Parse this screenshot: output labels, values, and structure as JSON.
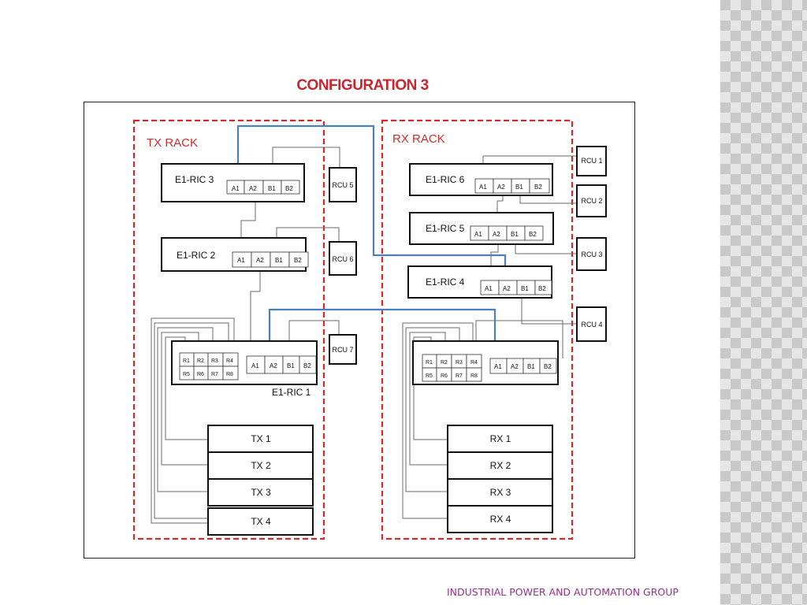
{
  "title": "CONFIGURATION 3",
  "footer": "INDUSTRIAL POWER AND AUTOMATION GROUP",
  "colors": {
    "rack_border": "#d42a2a",
    "link_blue": "#4a7fc1",
    "title": "#c8262e",
    "footer": "#9b2e8e"
  },
  "racks": {
    "tx": "TX RACK",
    "rx": "RX RACK"
  },
  "ric_units": {
    "ric3": "E1-RIC 3",
    "ric2": "E1-RIC 2",
    "ric1": "E1-RIC 1",
    "ric6": "E1-RIC 6",
    "ric5": "E1-RIC 5",
    "ric4": "E1-RIC 4"
  },
  "ports": {
    "a1": "A1",
    "a2": "A2",
    "b1": "B1",
    "b2": "B2"
  },
  "relay_ports": [
    "R1",
    "R2",
    "R3",
    "R4",
    "R5",
    "R6",
    "R7",
    "R8"
  ],
  "rcu_units": {
    "rcu1": "RCU 1",
    "rcu2": "RCU 2",
    "rcu3": "RCU 3",
    "rcu4": "RCU 4",
    "rcu5": "RCU 5",
    "rcu6": "RCU 6",
    "rcu7": "RCU 7"
  },
  "tx_units": [
    "TX 1",
    "TX 2",
    "TX 3",
    "TX 4"
  ],
  "rx_units": [
    "RX 1",
    "RX 2",
    "RX 3",
    "RX 4"
  ]
}
